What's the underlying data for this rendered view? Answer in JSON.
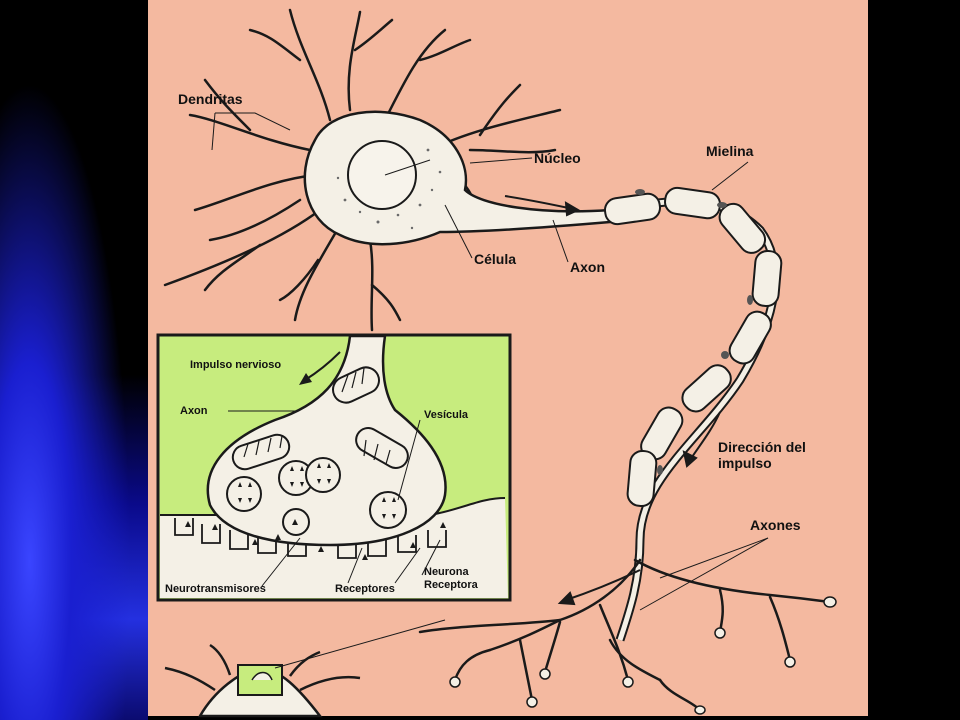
{
  "colors": {
    "slide_background": "#f4b9a0",
    "synapse_fluid": "#c7ec7e",
    "membrane_fill": "#f4f0e6",
    "outline": "#1a1a1a",
    "backdrop_left": "#1a1fd0"
  },
  "labels": {
    "dendritas": "Dendritas",
    "nucleo": "Núcleo",
    "mielina": "Mielina",
    "celula": "Célula",
    "axon_main": "Axon",
    "direccion_line1": "Dirección del",
    "direccion_line2": "impulso",
    "axones": "Axones"
  },
  "inset": {
    "impulso": "Impulso nervioso",
    "axon": "Axon",
    "vesicula": "Vesícula",
    "neurotransmisores": "Neurotransmisores",
    "receptores": "Receptores",
    "neurona_line1": "Neurona",
    "neurona_line2": "Receptora"
  }
}
